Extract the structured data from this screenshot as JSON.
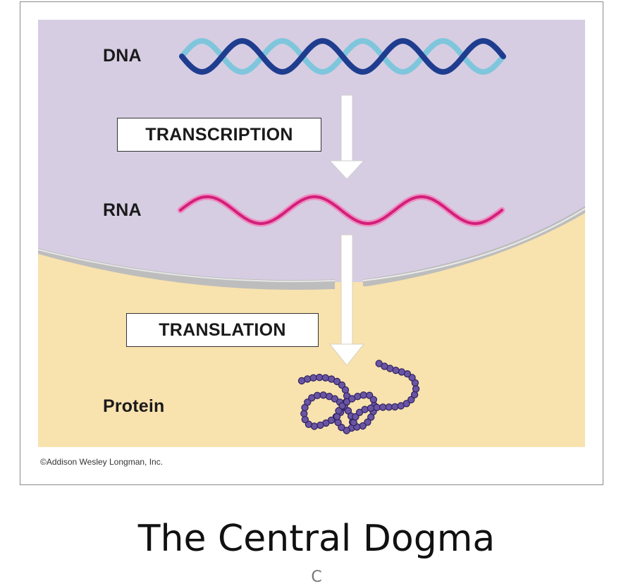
{
  "diagram": {
    "labels": {
      "dna": "DNA",
      "rna": "RNA",
      "protein": "Protein"
    },
    "process_boxes": {
      "transcription": "TRANSCRIPTION",
      "translation": "TRANSLATION"
    },
    "credit": "©Addison Wesley Longman, Inc.",
    "colors": {
      "nucleus": "#d6cde3",
      "cytoplasm": "#f8e2ae",
      "dna_dark": "#1f3d8f",
      "dna_light": "#7fc6dc",
      "rna_dark": "#d21f7b",
      "rna_light": "#ee8ec0",
      "protein": "#6a55a3"
    }
  },
  "slide": {
    "title": "The Central Dogma",
    "subtitle": "C"
  }
}
